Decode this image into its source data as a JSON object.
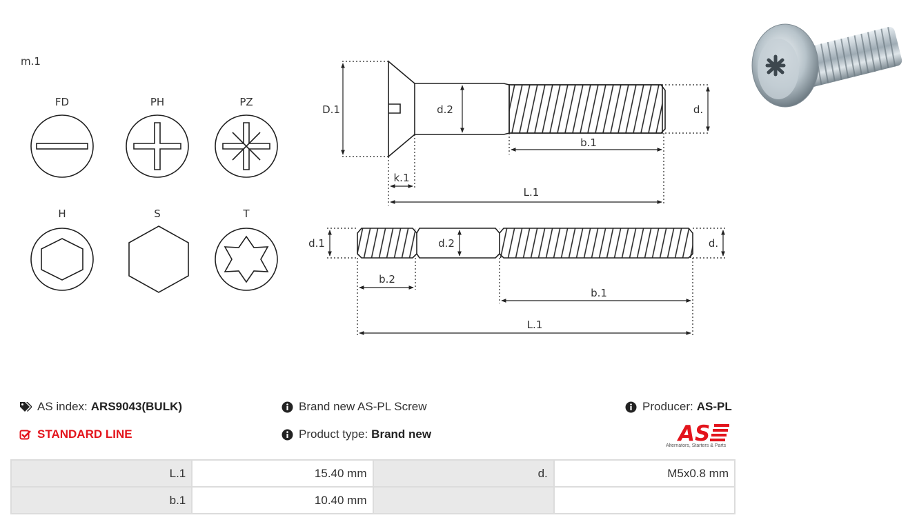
{
  "drawing": {
    "m_label": "m.1",
    "head_types": [
      "FD",
      "PH",
      "PZ",
      "H",
      "S",
      "T"
    ],
    "dim_labels": {
      "top_D1": "D.1",
      "top_d2": "d.2",
      "top_d": "d.",
      "top_b1": "b.1",
      "top_k1": "k.1",
      "top_L1": "L.1",
      "bot_d1": "d.1",
      "bot_d2": "d.2",
      "bot_d": "d.",
      "bot_b2": "b.2",
      "bot_b1": "b.1",
      "bot_L1": "L.1"
    }
  },
  "info": {
    "as_index_label": "AS index:",
    "as_index_value": "ARS9043(BULK)",
    "line": "STANDARD LINE",
    "brand_text": "Brand new AS-PL Screw",
    "product_type_label": "Product type:",
    "product_type_value": "Brand new",
    "producer_label": "Producer:",
    "producer_value": "AS-PL"
  },
  "logo": {
    "text": "AS",
    "tagline": "Alternators, Starters & Parts"
  },
  "colors": {
    "accent_red": "#e3141c",
    "table_header_bg": "#e9e9e9",
    "border": "#dcdcdc"
  },
  "specs": [
    {
      "label": "L.1",
      "value": "15.40 mm",
      "label2": "d.",
      "value2": "M5x0.8 mm"
    },
    {
      "label": "b.1",
      "value": "10.40 mm",
      "label2": "",
      "value2": ""
    }
  ]
}
